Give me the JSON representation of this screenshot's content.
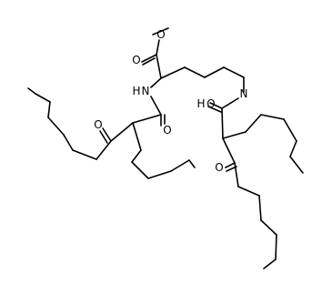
{
  "molecule": {
    "atoms": {
      "o_ester_carbonyl": "O",
      "o_ester_methoxy": "O",
      "nh_left": "N",
      "h_left": "H",
      "o_amide_left": "O",
      "o_ketone_left": "O",
      "n_right": "N",
      "h_right": "H",
      "o_amide_right": "O",
      "o_ketone_right": "O"
    }
  }
}
